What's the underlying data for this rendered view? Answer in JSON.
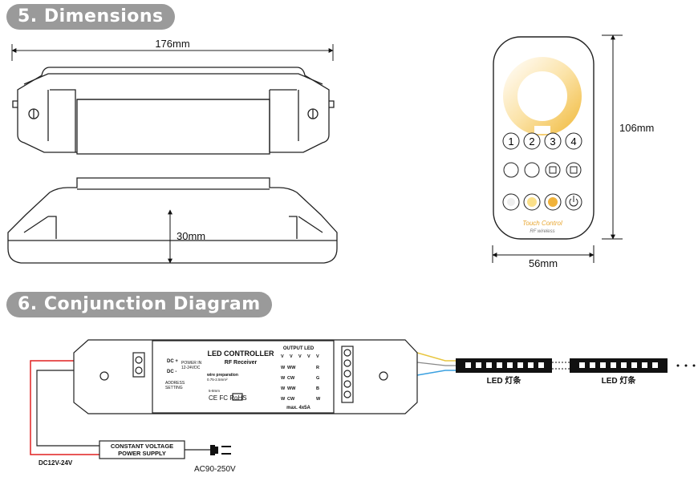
{
  "sections": {
    "dimensions": "5. Dimensions",
    "conjunction": "6. Conjunction Diagram"
  },
  "dims": {
    "width": "176mm",
    "height": "30mm",
    "remote_height": "106mm",
    "remote_width": "56mm"
  },
  "remote": {
    "buttons_row1": [
      "1",
      "2",
      "3",
      "4"
    ],
    "brand": "Touch Control",
    "sub": "RF wireless"
  },
  "controller": {
    "title": "LED CONTROLLER",
    "subtitle": "RF Receiver",
    "dc_plus": "DC +",
    "dc_minus": "DC -",
    "power_in": "POWER IN",
    "power_voltage": "12-24VDC",
    "address": "ADDRESS",
    "setting": "SETTING",
    "wire_prep": "wire preparation",
    "wire_size": "0.75-2.5mm²",
    "strip_len": "5-8mm",
    "cert": "CE FC RoHS",
    "output_led": "OUTPUT LED",
    "max": "max. 4x5A",
    "col_v": "V",
    "row_labels": [
      "W",
      "W",
      "W",
      "W"
    ],
    "row_mid": [
      "WW",
      "CW",
      "WW",
      "CW"
    ],
    "rgb": [
      "R",
      "G",
      "B",
      "W"
    ]
  },
  "supply": {
    "line1": "CONSTANT VOLTAGE",
    "line2": "POWER SUPPLY",
    "dc": "DC12V-24V",
    "ac": "AC90-250V"
  },
  "strips": {
    "label1": "LED 灯条",
    "label2": "LED 灯条"
  },
  "colors": {
    "pill": "#9a9a9a",
    "wire_red": "#e02020",
    "wire_yellow": "#e8c640",
    "wire_blue": "#3aa0e0",
    "accent_touch": "#e8a630"
  }
}
